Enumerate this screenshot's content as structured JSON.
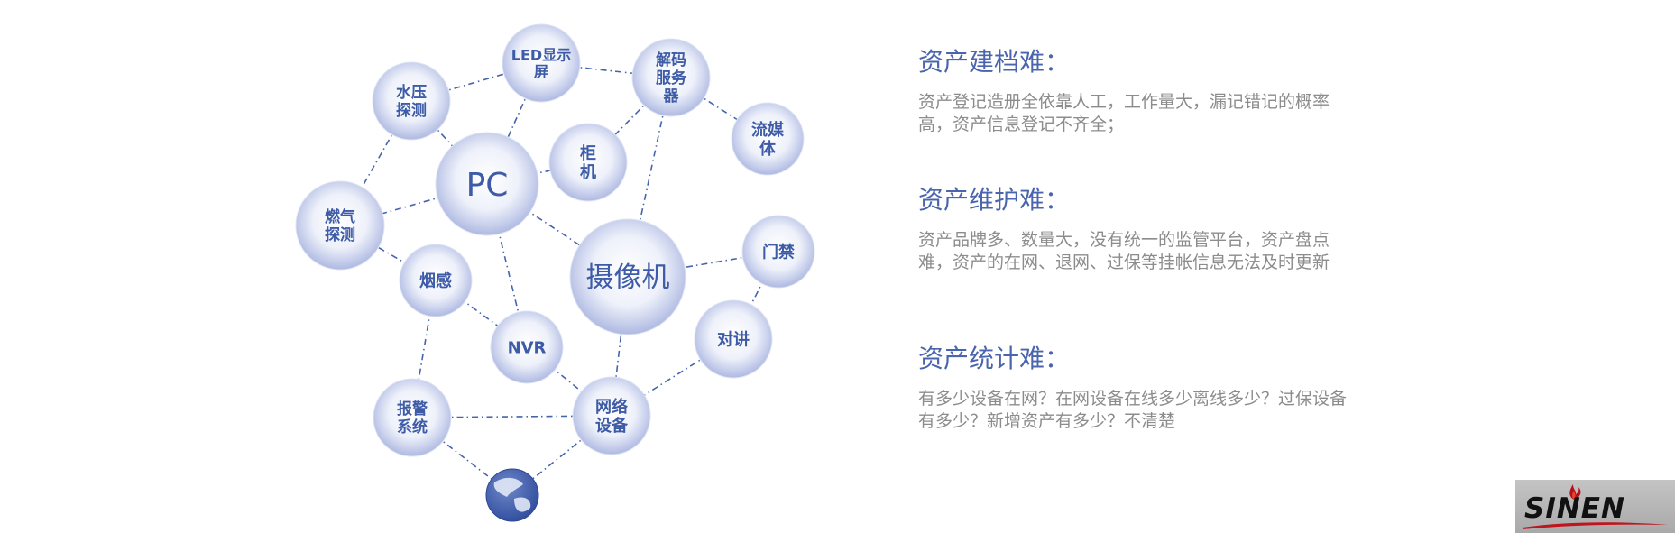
{
  "diagram": {
    "nodes": [
      {
        "id": "led",
        "lines": [
          "LED显示",
          "屏"
        ]
      },
      {
        "id": "water",
        "lines": [
          "水压",
          "探测"
        ]
      },
      {
        "id": "decode",
        "lines": [
          "解码",
          "服务",
          "器"
        ]
      },
      {
        "id": "stream",
        "lines": [
          "流媒",
          "体"
        ]
      },
      {
        "id": "cabinet",
        "lines": [
          "柜",
          "机"
        ]
      },
      {
        "id": "pc",
        "lines": [
          "PC"
        ]
      },
      {
        "id": "gas",
        "lines": [
          "燃气",
          "探测"
        ]
      },
      {
        "id": "camera",
        "lines": [
          "摄像机"
        ]
      },
      {
        "id": "door",
        "lines": [
          "门禁"
        ]
      },
      {
        "id": "smoke",
        "lines": [
          "烟感"
        ]
      },
      {
        "id": "nvr",
        "lines": [
          "NVR"
        ]
      },
      {
        "id": "intercom",
        "lines": [
          "对讲"
        ]
      },
      {
        "id": "alarm",
        "lines": [
          "报警",
          "系统"
        ]
      },
      {
        "id": "netdev",
        "lines": [
          "网络",
          "设备"
        ]
      },
      {
        "id": "globe",
        "lines": []
      }
    ],
    "edges": [
      [
        "water",
        "led"
      ],
      [
        "led",
        "decode"
      ],
      [
        "decode",
        "stream"
      ],
      [
        "led",
        "pc"
      ],
      [
        "decode",
        "cabinet"
      ],
      [
        "decode",
        "camera"
      ],
      [
        "water",
        "pc"
      ],
      [
        "water",
        "gas"
      ],
      [
        "pc",
        "gas"
      ],
      [
        "pc",
        "cabinet"
      ],
      [
        "pc",
        "camera"
      ],
      [
        "pc",
        "nvr"
      ],
      [
        "gas",
        "smoke"
      ],
      [
        "camera",
        "door"
      ],
      [
        "door",
        "intercom"
      ],
      [
        "smoke",
        "nvr"
      ],
      [
        "smoke",
        "alarm"
      ],
      [
        "camera",
        "netdev"
      ],
      [
        "nvr",
        "netdev"
      ],
      [
        "intercom",
        "netdev"
      ],
      [
        "alarm",
        "netdev"
      ],
      [
        "alarm",
        "globe"
      ],
      [
        "netdev",
        "globe"
      ]
    ]
  },
  "panels": [
    {
      "title": "资产建档难：",
      "body": "资产登记造册全依靠人工，工作量大，漏记错记的概率高，资产信息登记不齐全；"
    },
    {
      "title": "资产维护难：",
      "body": "资产品牌多、数量大，没有统一的监管平台，资产盘点难，资产的在网、退网、过保等挂帐信息无法及时更新"
    },
    {
      "title": "资产统计难：",
      "body": "有多少设备在网？在网设备在线多少离线多少？过保设备有多少？新增资产有多少？不清楚"
    }
  ],
  "logo": {
    "text": "SINEN"
  },
  "colors": {
    "accent": "#4a65ad",
    "node_edge": "#b5bfe4",
    "node_center": "#ffffff",
    "line": "#4664ad",
    "body_text": "#8c8c8c"
  }
}
